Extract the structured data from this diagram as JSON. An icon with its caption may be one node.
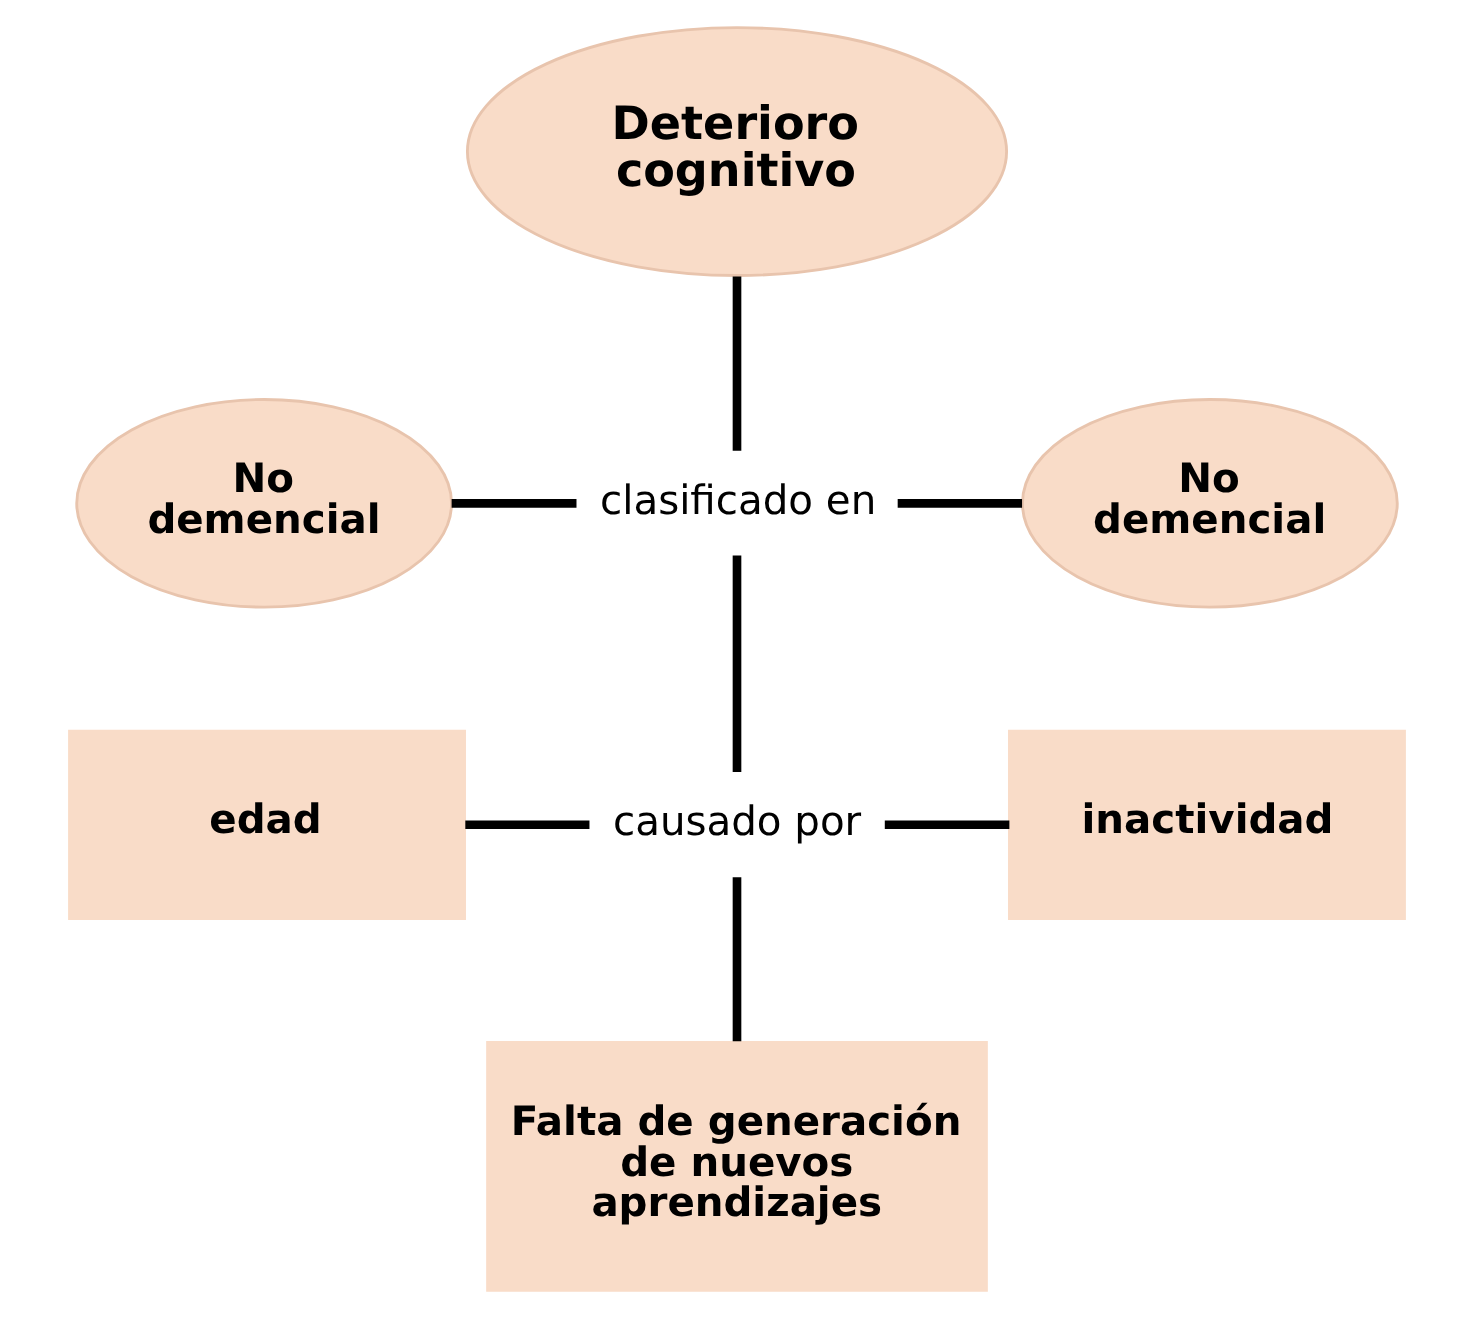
{
  "diagram": {
    "nodes": [
      {
        "text": [
          "Deterioro cognitivo"
        ]
      },
      {
        "text": [
          "clasificado en"
        ]
      },
      {
        "text": [
          "No demencial"
        ]
      },
      {
        "text": [
          "No demencial"
        ]
      },
      {
        "text": [
          "causado por"
        ]
      },
      {
        "text": [
          "edad"
        ]
      },
      {
        "text": [
          "inactividad"
        ]
      },
      {
        "text": [
          "Falta de generación de nuevos aprendizajes"
        ]
      }
    ],
    "edges": [
      {
        "from": 0,
        "to": 1,
        "arrow": "none"
      },
      {
        "from": 1,
        "to": 2,
        "arrow": "none"
      },
      {
        "from": 1,
        "to": 3,
        "arrow": "none"
      },
      {
        "from": 1,
        "to": 4,
        "arrow": "none"
      },
      {
        "from": 4,
        "to": 5,
        "arrow": "none"
      },
      {
        "from": 4,
        "to": 6,
        "arrow": "none"
      },
      {
        "from": 4,
        "to": 7,
        "arrow": "none"
      }
    ]
  }
}
